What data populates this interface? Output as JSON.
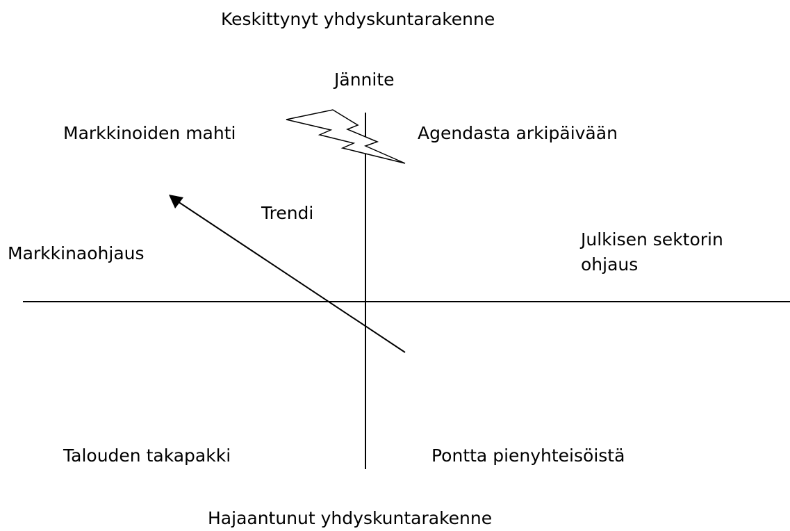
{
  "labels": {
    "top_axis": "Keskittynyt yhdyskuntarakenne",
    "bottom_axis": "Hajaantunut yhdyskuntarakenne",
    "left_axis": "Markkinaohjaus",
    "right_axis_line1": "Julkisen sektorin",
    "right_axis_line2": "ohjaus",
    "quadrant_top_left": "Markkinoiden mahti",
    "quadrant_top_right": "Agendasta arkipäivään",
    "quadrant_bottom_left": "Talouden takapakki",
    "quadrant_bottom_right": "Pontta pienyhteisöistä",
    "tension": "Jännite",
    "trend": "Trendi"
  },
  "colors": {
    "ink": "#000000",
    "background": "#ffffff"
  }
}
